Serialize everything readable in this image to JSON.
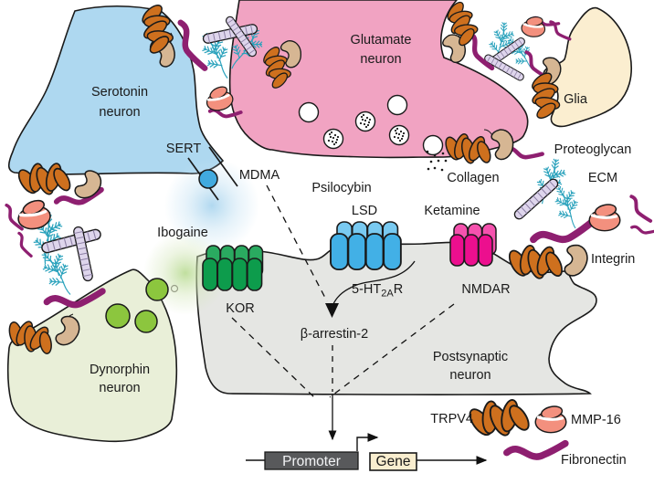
{
  "labels": {
    "serotonin_1": "Serotonin",
    "serotonin_2": "neuron",
    "sert": "SERT",
    "glutamate_1": "Glutamate",
    "glutamate_2": "neuron",
    "glia": "Glia",
    "mdma": "MDMA",
    "psilocybin": "Psilocybin",
    "lsd": "LSD",
    "ketamine": "Ketamine",
    "ibogaine": "Ibogaine",
    "collagen": "Collagen",
    "proteoglycan": "Proteoglycan",
    "ecm": "ECM",
    "integrin": "Integrin",
    "kor": "KOR",
    "ht2a_pre": "5-HT",
    "ht2a_sub": "2A",
    "ht2a_post": "R",
    "nmdar": "NMDAR",
    "beta_arrestin": "β-arrestin-2",
    "postsynaptic_1": "Postsynaptic",
    "postsynaptic_2": "neuron",
    "dynorphin_1": "Dynorphin",
    "dynorphin_2": "neuron",
    "trpv4": "TRPV4",
    "mmp16": "MMP-16",
    "fibronectin": "Fibronectin",
    "promoter": "Promoter",
    "gene": "Gene"
  },
  "colors": {
    "serotonin_fill": "#aed8f0",
    "glutamate_fill": "#f1a3c2",
    "glia_fill": "#fbeed0",
    "dynorphin_fill": "#e9efd8",
    "postsynaptic_fill": "#e5e6e3",
    "vesicle_green": "#8cc63e",
    "kor": "#0d9c4c",
    "kor_back": "#2aaa60",
    "ht2a": "#42b0e6",
    "ht2a_back": "#79caf1",
    "nmdar": "#ec0f8e",
    "nmdar_back": "#f552ae",
    "coil_orange": "#ce701e",
    "bean_tan": "#d6b693",
    "collagen_fill": "#ded5ec",
    "collagen_line": "#8d80a5",
    "fibronectin_purple": "#8e1f70",
    "mmp_salmon": "#f3907e",
    "proteoglycan_teal": "#2aa2bc",
    "sert_dot": "#41aadf",
    "outline": "#1a1a1a",
    "text": "#1a1a1a",
    "mdma_lbl": "#a93b42",
    "psilocybin_lbl": "#3a4fa8",
    "lsd_lbl": "#f6a01e",
    "ketamine_lbl": "#ec1490",
    "ibogaine_lbl": "#21a64e",
    "collagen_lbl": "#a18fce",
    "proteoglycan_lbl": "#2a9fd8",
    "integrin_lbl": "#c89a64",
    "trpv4_lbl": "#d9852e",
    "mmp16_lbl": "#f38b7c",
    "fibronectin_lbl": "#8e2b86",
    "promoter_box": "#58595b",
    "promoter_text": "#f2f3f5",
    "gene_box": "#f9eecf"
  }
}
